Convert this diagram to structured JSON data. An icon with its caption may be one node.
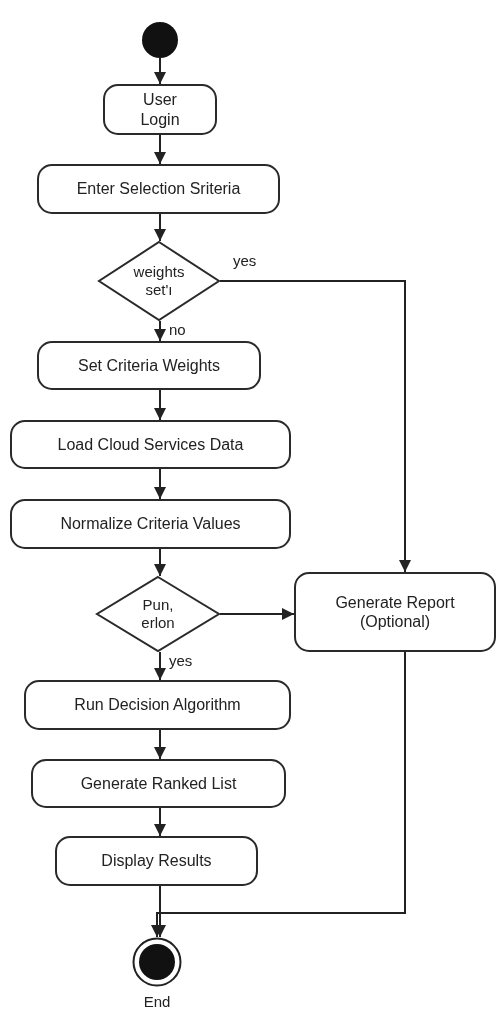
{
  "diagram": {
    "nodes": [
      {
        "text": [],
        "shape": "circle"
      },
      {
        "text": [
          "User Login"
        ]
      },
      {
        "text": [
          "Enter Selection Sriteria"
        ]
      },
      {
        "text": [
          "weights set'ı"
        ]
      },
      {
        "text": [
          "Set Criteria Weights"
        ]
      },
      {
        "text": [
          "Load Cloud Services Data"
        ]
      },
      {
        "text": [
          "Normalize Criteria Values"
        ]
      },
      {
        "text": [
          "Pun, erlon"
        ]
      },
      {
        "text": [
          "Run Decision Algorithm"
        ]
      },
      {
        "text": [
          "Generate Ranked List"
        ]
      },
      {
        "text": [
          "Display Results"
        ]
      },
      {
        "text": [
          "Generate Report (Optional)"
        ]
      },
      {
        "text": [],
        "shape": "circle",
        "beside": [
          "End"
        ]
      }
    ],
    "edges": [
      {
        "from": 0,
        "to": 1,
        "arrow": "to"
      },
      {
        "from": 1,
        "to": 2,
        "arrow": "to"
      },
      {
        "from": 2,
        "to": 3,
        "arrow": "to"
      },
      {
        "from": 3,
        "to": 11,
        "label": "yes",
        "arrow": "to"
      },
      {
        "from": 3,
        "to": 4,
        "label": "no",
        "arrow": "to"
      },
      {
        "from": 4,
        "to": 5,
        "arrow": "to"
      },
      {
        "from": 5,
        "to": 6,
        "arrow": "to"
      },
      {
        "from": 6,
        "to": 7,
        "arrow": "to"
      },
      {
        "from": 7,
        "to": 11,
        "arrow": "to"
      },
      {
        "from": 7,
        "to": 8,
        "label": "yes",
        "arrow": "to"
      },
      {
        "from": 8,
        "to": 9,
        "arrow": "to"
      },
      {
        "from": 9,
        "to": 10,
        "arrow": "to"
      },
      {
        "from": 10,
        "to": 12,
        "arrow": "to"
      },
      {
        "from": 11,
        "to": 12,
        "arrow": "to"
      }
    ]
  }
}
